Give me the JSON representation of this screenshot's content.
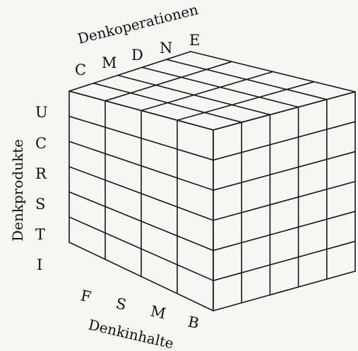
{
  "diagram": {
    "top_axis": {
      "title": "Denkoperationen",
      "letters": [
        "C",
        "M",
        "D",
        "N",
        "E"
      ]
    },
    "left_axis": {
      "title": "Denkprodukte",
      "letters": [
        "U",
        "C",
        "R",
        "S",
        "T",
        "I"
      ]
    },
    "bottom_axis": {
      "title": "Denkinhalte",
      "letters": [
        "F",
        "S",
        "M",
        "B"
      ]
    },
    "grid": {
      "front_columns": 4,
      "rows": 6,
      "depth": 5
    },
    "colors": {
      "ink": "#161616",
      "paper": "#f7f6f2"
    }
  }
}
